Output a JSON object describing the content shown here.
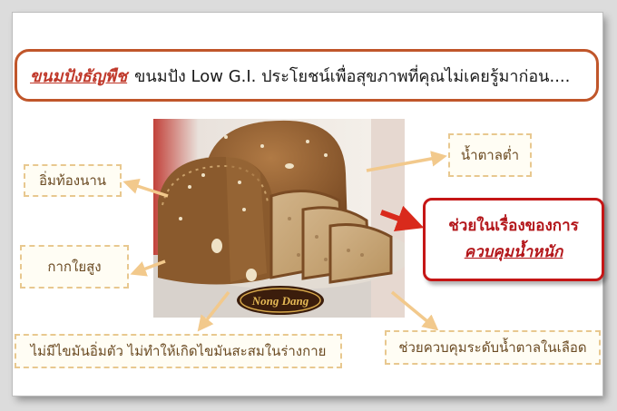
{
  "title": {
    "lead": "ขนมปังธัญพืช",
    "rest": "ขนมปัง Low G.I. ประโยชน์เพื่อสุขภาพที่คุณไม่เคยรู้มาก่อน...."
  },
  "labels": {
    "full_long": "อิ่มท้องนาน",
    "high_fiber": "กากใยสูง",
    "no_fat": "ไม่มีไขมันอิ่มตัว ไม่ทำให้เกิดไขมันสะสมในร่างกาย",
    "low_sugar": "น้ำตาลต่ำ",
    "blood_sugar": "ช่วยควบคุมระดับน้ำตาลในเลือด"
  },
  "callout": {
    "line1": "ช่วยในเรื่องของการ",
    "line2": "ควบคุมน้ำหนัก"
  },
  "photo": {
    "brand_logo": "Nong Dang"
  },
  "colors": {
    "title_border": "#c0562a",
    "callout_border": "#c51616",
    "label_border": "#e8c88f",
    "arrow": "#f2c98c"
  }
}
